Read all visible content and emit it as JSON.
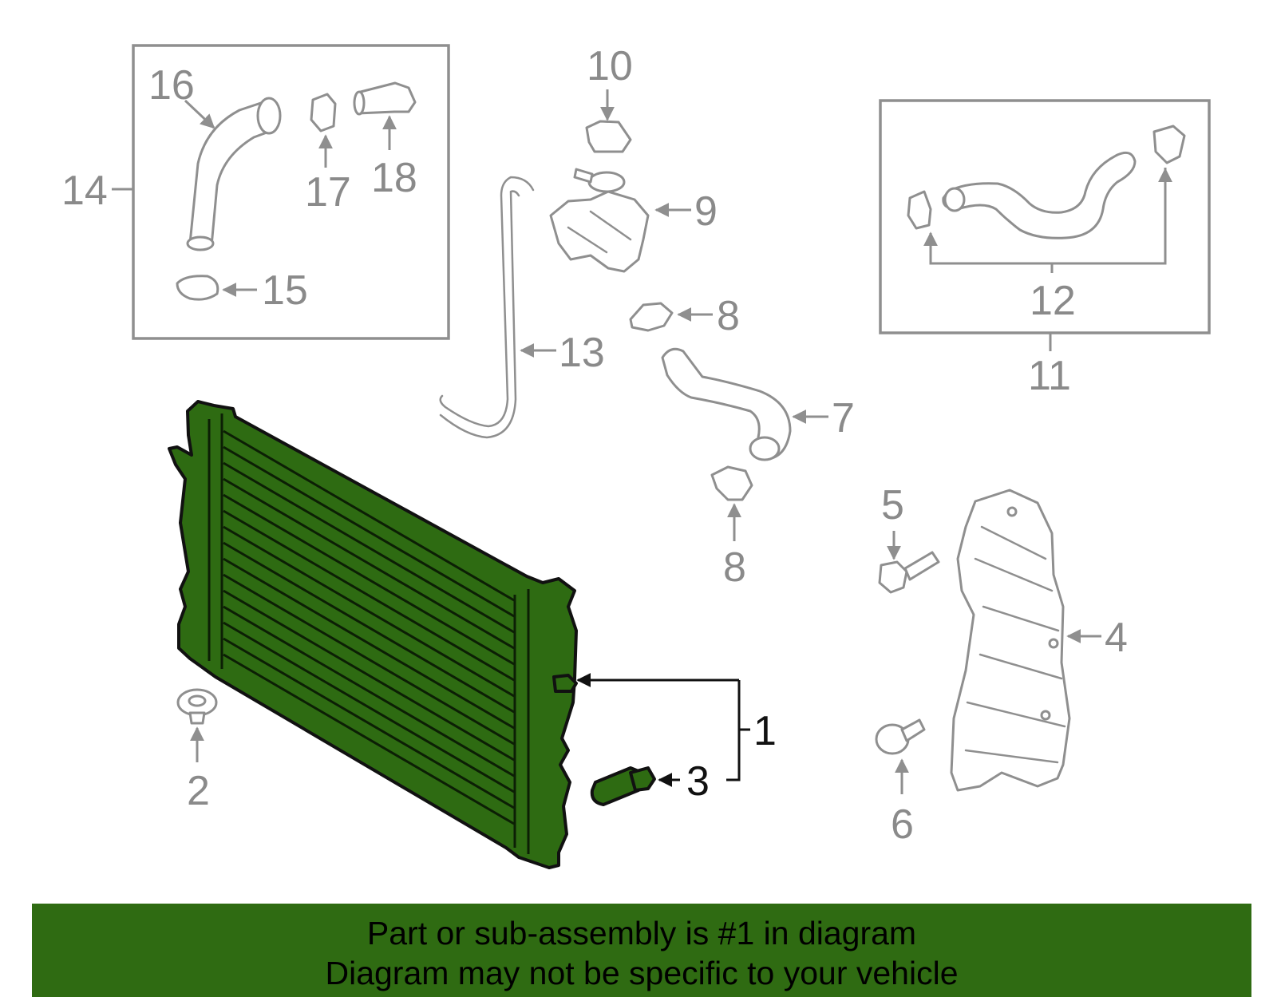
{
  "callouts": {
    "c1": "1",
    "c2": "2",
    "c3": "3",
    "c4": "4",
    "c5": "5",
    "c6": "6",
    "c7": "7",
    "c8a": "8",
    "c8b": "8",
    "c9": "9",
    "c10": "10",
    "c11": "11",
    "c12": "12",
    "c13": "13",
    "c14": "14",
    "c15": "15",
    "c16": "16",
    "c17": "17",
    "c18": "18"
  },
  "banner": {
    "line1": "Part or sub-assembly is #1 in diagram",
    "line2": "Diagram may not be specific to your vehicle"
  },
  "colors": {
    "highlight_part": "#2e6b12",
    "banner_background": "#2f6b12",
    "line_art": "#8f8f8f"
  }
}
